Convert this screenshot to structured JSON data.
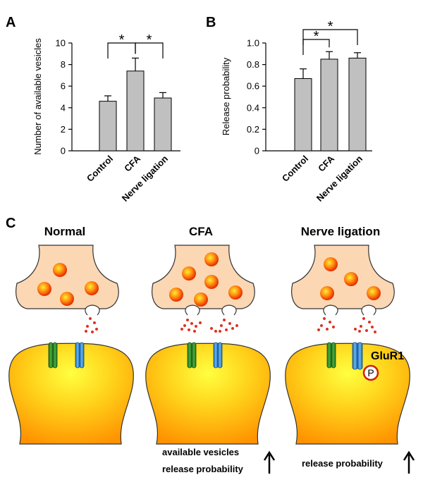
{
  "panels": {
    "a": "A",
    "b": "B",
    "c": "C"
  },
  "chart_data": [
    {
      "type": "bar",
      "panel": "A",
      "categories": [
        "Control",
        "CFA",
        "Nerve ligation"
      ],
      "values": [
        4.6,
        7.4,
        4.9
      ],
      "errors": [
        0.5,
        1.2,
        0.5
      ],
      "title": "",
      "xlabel": "",
      "ylabel": "Number of available vesicles",
      "ylim": [
        0,
        10
      ],
      "yticks": [
        "0",
        "2",
        "4",
        "6",
        "8",
        "10"
      ],
      "significance": [
        {
          "from": 0,
          "to": 1,
          "label": "*"
        },
        {
          "from": 1,
          "to": 2,
          "label": "*"
        }
      ],
      "colors": {
        "bar": "#c0c0c0"
      }
    },
    {
      "type": "bar",
      "panel": "B",
      "categories": [
        "Control",
        "CFA",
        "Nerve ligation"
      ],
      "values": [
        0.67,
        0.85,
        0.86
      ],
      "errors": [
        0.09,
        0.07,
        0.05
      ],
      "title": "",
      "xlabel": "",
      "ylabel": "Release probability",
      "ylim": [
        0,
        1.0
      ],
      "yticks": [
        "0",
        "0.2",
        "0.4",
        "0.6",
        "0.8",
        "1.0"
      ],
      "significance": [
        {
          "from": 0,
          "to": 1,
          "label": "*"
        },
        {
          "from": 0,
          "to": 2,
          "label": "*"
        }
      ],
      "colors": {
        "bar": "#c0c0c0"
      }
    }
  ],
  "diagram": {
    "titles": [
      "Normal",
      "CFA",
      "Nerve ligation"
    ],
    "glur1_label": "GluR1",
    "phospho_label": "P",
    "cfa_notes": [
      "available vesicles",
      "release probability"
    ],
    "ligation_notes": [
      "release probability"
    ],
    "up_arrow": "↑",
    "colors": {
      "terminal": "#fcd7b4",
      "vesicle": "#ff4400",
      "receptor_green": "#2f8a2f",
      "receptor_blue": "#3a8ed6",
      "dendrite_outer": "#ff9900",
      "dendrite_inner": "#ffff44",
      "release_dot": "#e03020"
    }
  }
}
